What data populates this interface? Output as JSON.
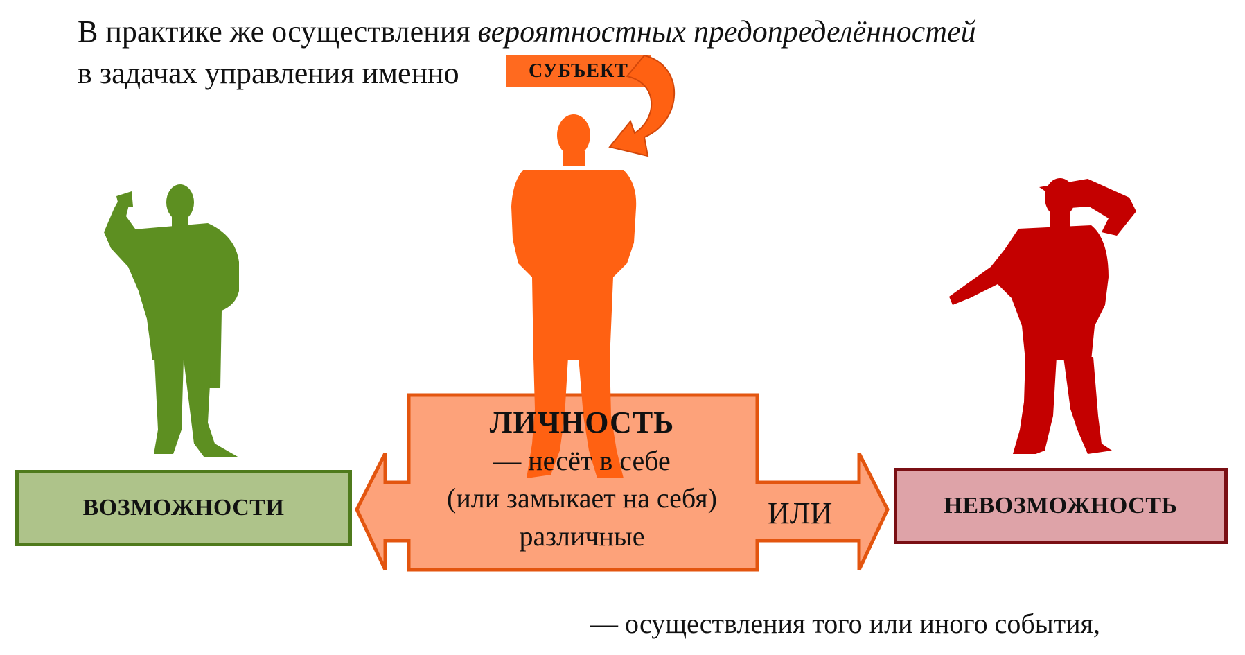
{
  "intro": {
    "line1_prefix": "В практике же осуществления ",
    "line1_italic": "вероятностных предопределённостей",
    "line2_text": "в задачах управления именно"
  },
  "subject_tag": "СУБЪЕКТ",
  "boxes": {
    "possibilities": "ВОЗМОЖНОСТИ",
    "impossibility": "НЕВОЗМОЖНОСТЬ"
  },
  "personality": {
    "title": "ЛИЧНОСТЬ",
    "line1": "— несёт в себе",
    "line2": "(или замыкает на себя)",
    "line3": "различные"
  },
  "or_label": "ИЛИ",
  "bottom_line": "— осуществления того или иного события,",
  "colors": {
    "green_figure": "#5d8f21",
    "orange_figure": "#ff6112",
    "red_figure": "#c40000",
    "arrow_fill": "#fda27a",
    "arrow_stroke": "#e3550f"
  },
  "icons": {
    "left_figure": "person-flexing-icon",
    "center_figure": "person-standing-icon",
    "right_figure": "person-saluting-icon",
    "curved_arrow": "curved-arrow-icon",
    "double_arrow": "double-arrow-icon"
  }
}
